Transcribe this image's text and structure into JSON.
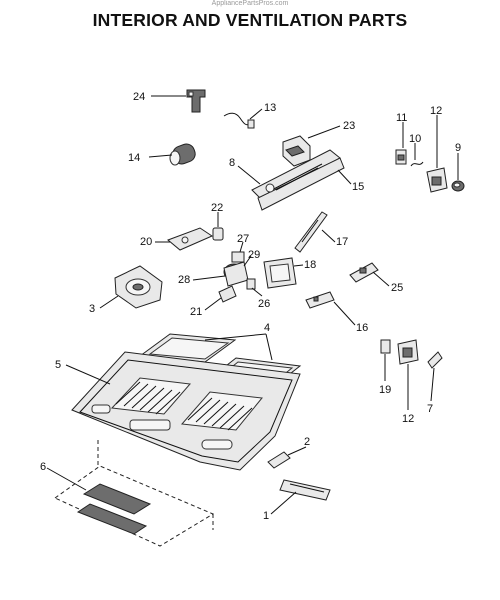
{
  "watermark": "AppliancePartsPros.com",
  "title": "INTERIOR AND VENTILATION PARTS",
  "callouts": [
    {
      "id": "c24",
      "text": "24"
    },
    {
      "id": "c13",
      "text": "13"
    },
    {
      "id": "c23",
      "text": "23"
    },
    {
      "id": "c11",
      "text": "11"
    },
    {
      "id": "c12a",
      "text": "12"
    },
    {
      "id": "c10",
      "text": "10"
    },
    {
      "id": "c9",
      "text": "9"
    },
    {
      "id": "c14",
      "text": "14"
    },
    {
      "id": "c8",
      "text": "8"
    },
    {
      "id": "c15",
      "text": "15"
    },
    {
      "id": "c22",
      "text": "22"
    },
    {
      "id": "c20",
      "text": "20"
    },
    {
      "id": "c27",
      "text": "27"
    },
    {
      "id": "c17",
      "text": "17"
    },
    {
      "id": "c29",
      "text": "29"
    },
    {
      "id": "c18",
      "text": "18"
    },
    {
      "id": "c28",
      "text": "28"
    },
    {
      "id": "c25",
      "text": "25"
    },
    {
      "id": "c3",
      "text": "3"
    },
    {
      "id": "c21",
      "text": "21"
    },
    {
      "id": "c26",
      "text": "26"
    },
    {
      "id": "c16",
      "text": "16"
    },
    {
      "id": "c4",
      "text": "4"
    },
    {
      "id": "c5",
      "text": "5"
    },
    {
      "id": "c19",
      "text": "19"
    },
    {
      "id": "c12b",
      "text": "12"
    },
    {
      "id": "c7",
      "text": "7"
    },
    {
      "id": "c2",
      "text": "2"
    },
    {
      "id": "c6",
      "text": "6"
    },
    {
      "id": "c1",
      "text": "1"
    }
  ]
}
